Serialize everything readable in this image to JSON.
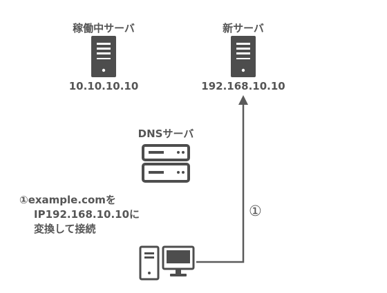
{
  "servers": {
    "active": {
      "title": "稼働中サーバ",
      "ip": "10.10.10.10",
      "icon": "tower-server-icon"
    },
    "new": {
      "title": "新サーバ",
      "ip": "192.168.10.10",
      "icon": "tower-server-icon"
    }
  },
  "dns": {
    "title": "DNSサーバ",
    "icon": "rack-server-icon"
  },
  "client": {
    "icon": "client-pc-icon"
  },
  "note": {
    "line1": "①example.comを",
    "line2": "IP192.168.10.10に",
    "line3": "変換して接続"
  },
  "arrow": {
    "step": "①"
  },
  "colors": {
    "icon": "#4d4d4d",
    "text": "#555555",
    "line": "#5a5a5a"
  }
}
